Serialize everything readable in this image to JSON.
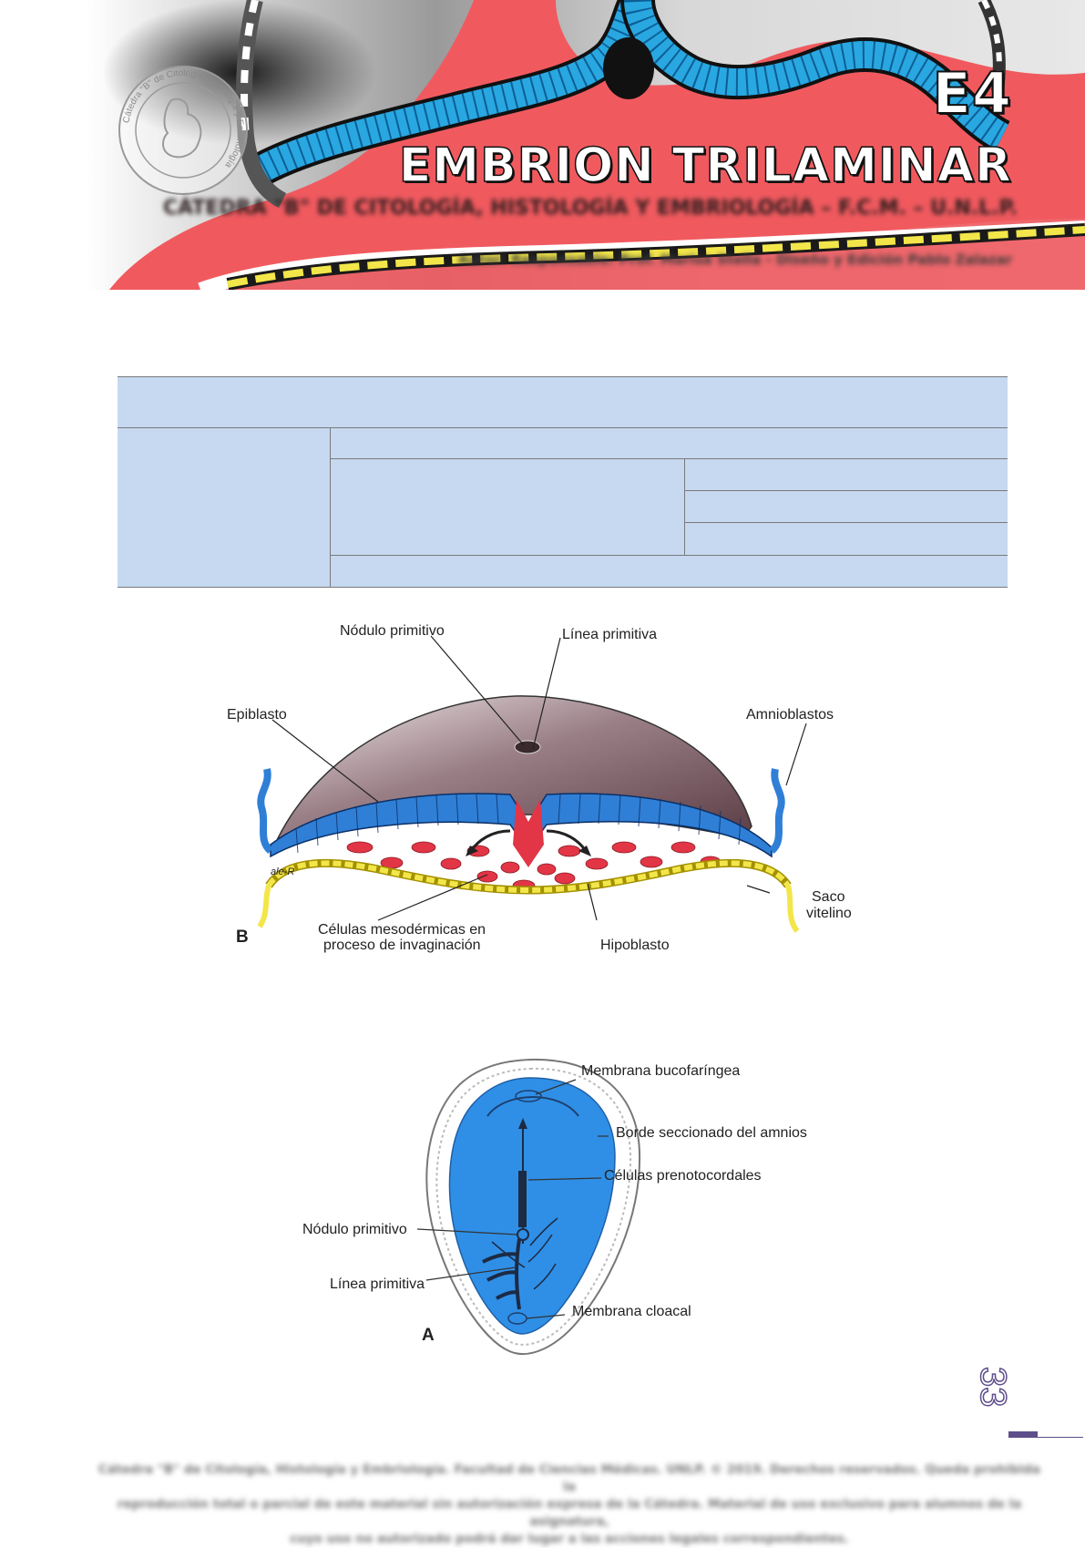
{
  "header": {
    "unit_code": "E4",
    "unit_title": "EMBRION TRILAMINAR",
    "chair_name": "CÁTEDRA \"B\" DE CITOLOGÍA, HISTOLOGÍA Y EMBRIOLOGÍA – F.C.M. – U.N.L.P.",
    "authors_line": "Autor: Responsable: Prof. Marisa Stella - Diseño y Edición Pablo Zalazar",
    "stamp_text": "Cátedra \"B\" de Citología, Histología y Embriología"
  },
  "blank_table": {
    "rows": [
      "",
      "",
      "",
      "",
      "",
      ""
    ]
  },
  "figure_b": {
    "panel_letter": "B",
    "labels": {
      "nodulo_primitivo": "Nódulo primitivo",
      "linea_primitiva": "Línea primitiva",
      "epiblasto": "Epiblasto",
      "amnioblastos": "Amnioblastos",
      "saco_vitelino_1": "Saco",
      "saco_vitelino_2": "vitelino",
      "celulas_meso_1": "Células mesodérmicas en",
      "celulas_meso_2": "proceso de invaginación",
      "hipoblasto": "Hipoblasto",
      "signature": "ale-R"
    }
  },
  "figure_a": {
    "panel_letter": "A",
    "labels": {
      "membrana_bucofaringea": "Membrana bucofaríngea",
      "borde_amnios": "Borde seccionado del amnios",
      "celulas_prenotocordales": "Células prenotocordales",
      "nodulo_primitivo": "Nódulo primitivo",
      "linea_primitiva": "Línea primitiva",
      "membrana_cloacal": "Membrana cloacal"
    }
  },
  "page_number": "33",
  "footer": {
    "line1": "Cátedra \"B\" de Citología, Histología y Embriología. Facultad de Ciencias Médicas. UNLP. © 2019. Derechos reservados. Queda prohibida la",
    "line2": "reproducción total o parcial de este material sin autorización expresa de la Cátedra. Material de uso exclusivo para alumnos de la asignatura,",
    "line3": "cuyo uso no autorizado podrá dar lugar a las acciones legales correspondientes."
  },
  "colors": {
    "table_fill": "#c6d9f1",
    "ectoderm_blue": "#2f7fd6",
    "mesoderm_red": "#e23546",
    "yolk_yellow": "#f2e64a",
    "page_accent": "#5e4e8a"
  }
}
